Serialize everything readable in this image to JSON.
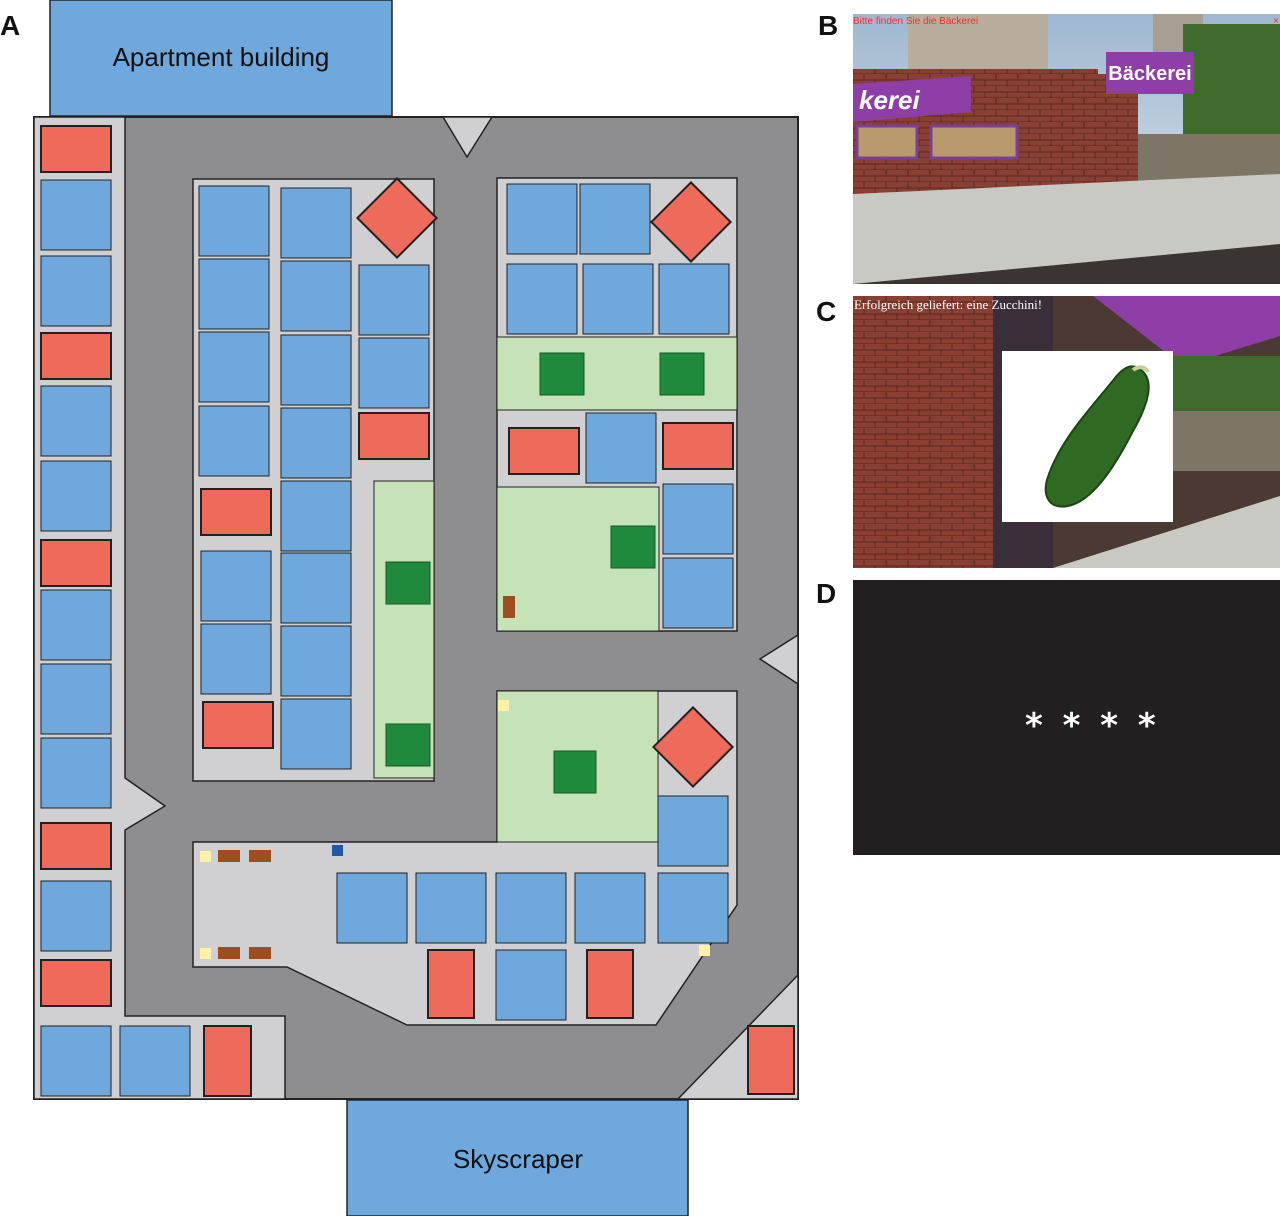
{
  "panels": {
    "a": {
      "letter": "A"
    },
    "b": {
      "letter": "B",
      "instruction": "Bitte finden Sie die Bäckerei",
      "shop_sign": "Bäckerei",
      "awning_text": "kerei"
    },
    "c": {
      "letter": "C",
      "feedback": "Erfolgreich geliefert: eine Zucchini!"
    },
    "d": {
      "letter": "D",
      "fixation": "* * * *"
    }
  },
  "map": {
    "top_building_label": "Apartment building",
    "bottom_building_label": "Skyscraper",
    "legend_colors": {
      "building": "#6fa8dc",
      "target_store": "#ee6b5b",
      "park": "#c6e3b8",
      "tree": "#1f8a3e",
      "bench": "#9e4e1e",
      "lamp": "#fff2a8",
      "street": "#8e8e90",
      "sidewalk": "#d0d0d2"
    }
  }
}
